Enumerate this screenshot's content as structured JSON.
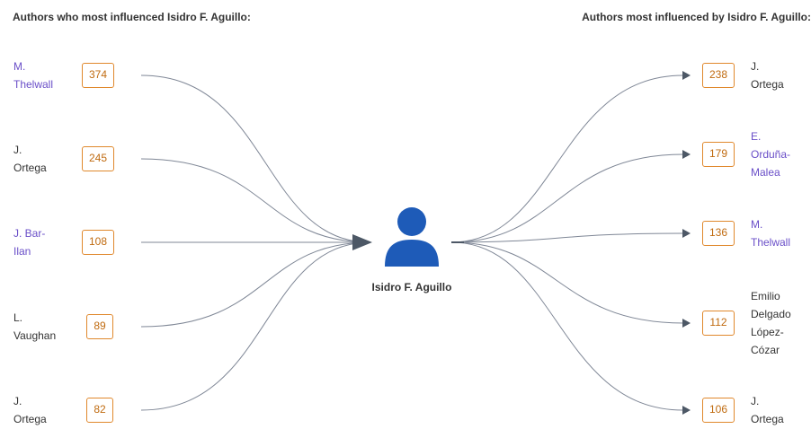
{
  "headings": {
    "left": "Authors who most influenced Isidro F. Aguillo:",
    "right": "Authors most influenced by Isidro F. Aguillo:"
  },
  "center": {
    "name": "Isidro F. Aguillo",
    "icon": "person-icon",
    "icon_color": "#1e5bb8"
  },
  "colors": {
    "link": "#6a4fc8",
    "badge_border": "#e0882c",
    "badge_text": "#c06b10",
    "curve": "#7f8796",
    "arrow": "#4d5866"
  },
  "influencers": [
    {
      "name": "M.\nThelwall",
      "count": "374",
      "link": true
    },
    {
      "name": "J.\nOrtega",
      "count": "245",
      "link": false
    },
    {
      "name": "J. Bar-\nIlan",
      "count": "108",
      "link": true
    },
    {
      "name": "L.\nVaughan",
      "count": "89",
      "link": false
    },
    {
      "name": "J.\nOrtega",
      "count": "82",
      "link": false
    }
  ],
  "influenced": [
    {
      "name": "J.\nOrtega",
      "count": "238",
      "link": false
    },
    {
      "name": "E.\nOrduña-\nMalea",
      "count": "179",
      "link": true
    },
    {
      "name": "M.\nThelwall",
      "count": "136",
      "link": true
    },
    {
      "name": "Emilio\nDelgado\nLópez-\nCózar",
      "count": "112",
      "link": false
    },
    {
      "name": "J.\nOrtega",
      "count": "106",
      "link": false
    }
  ]
}
